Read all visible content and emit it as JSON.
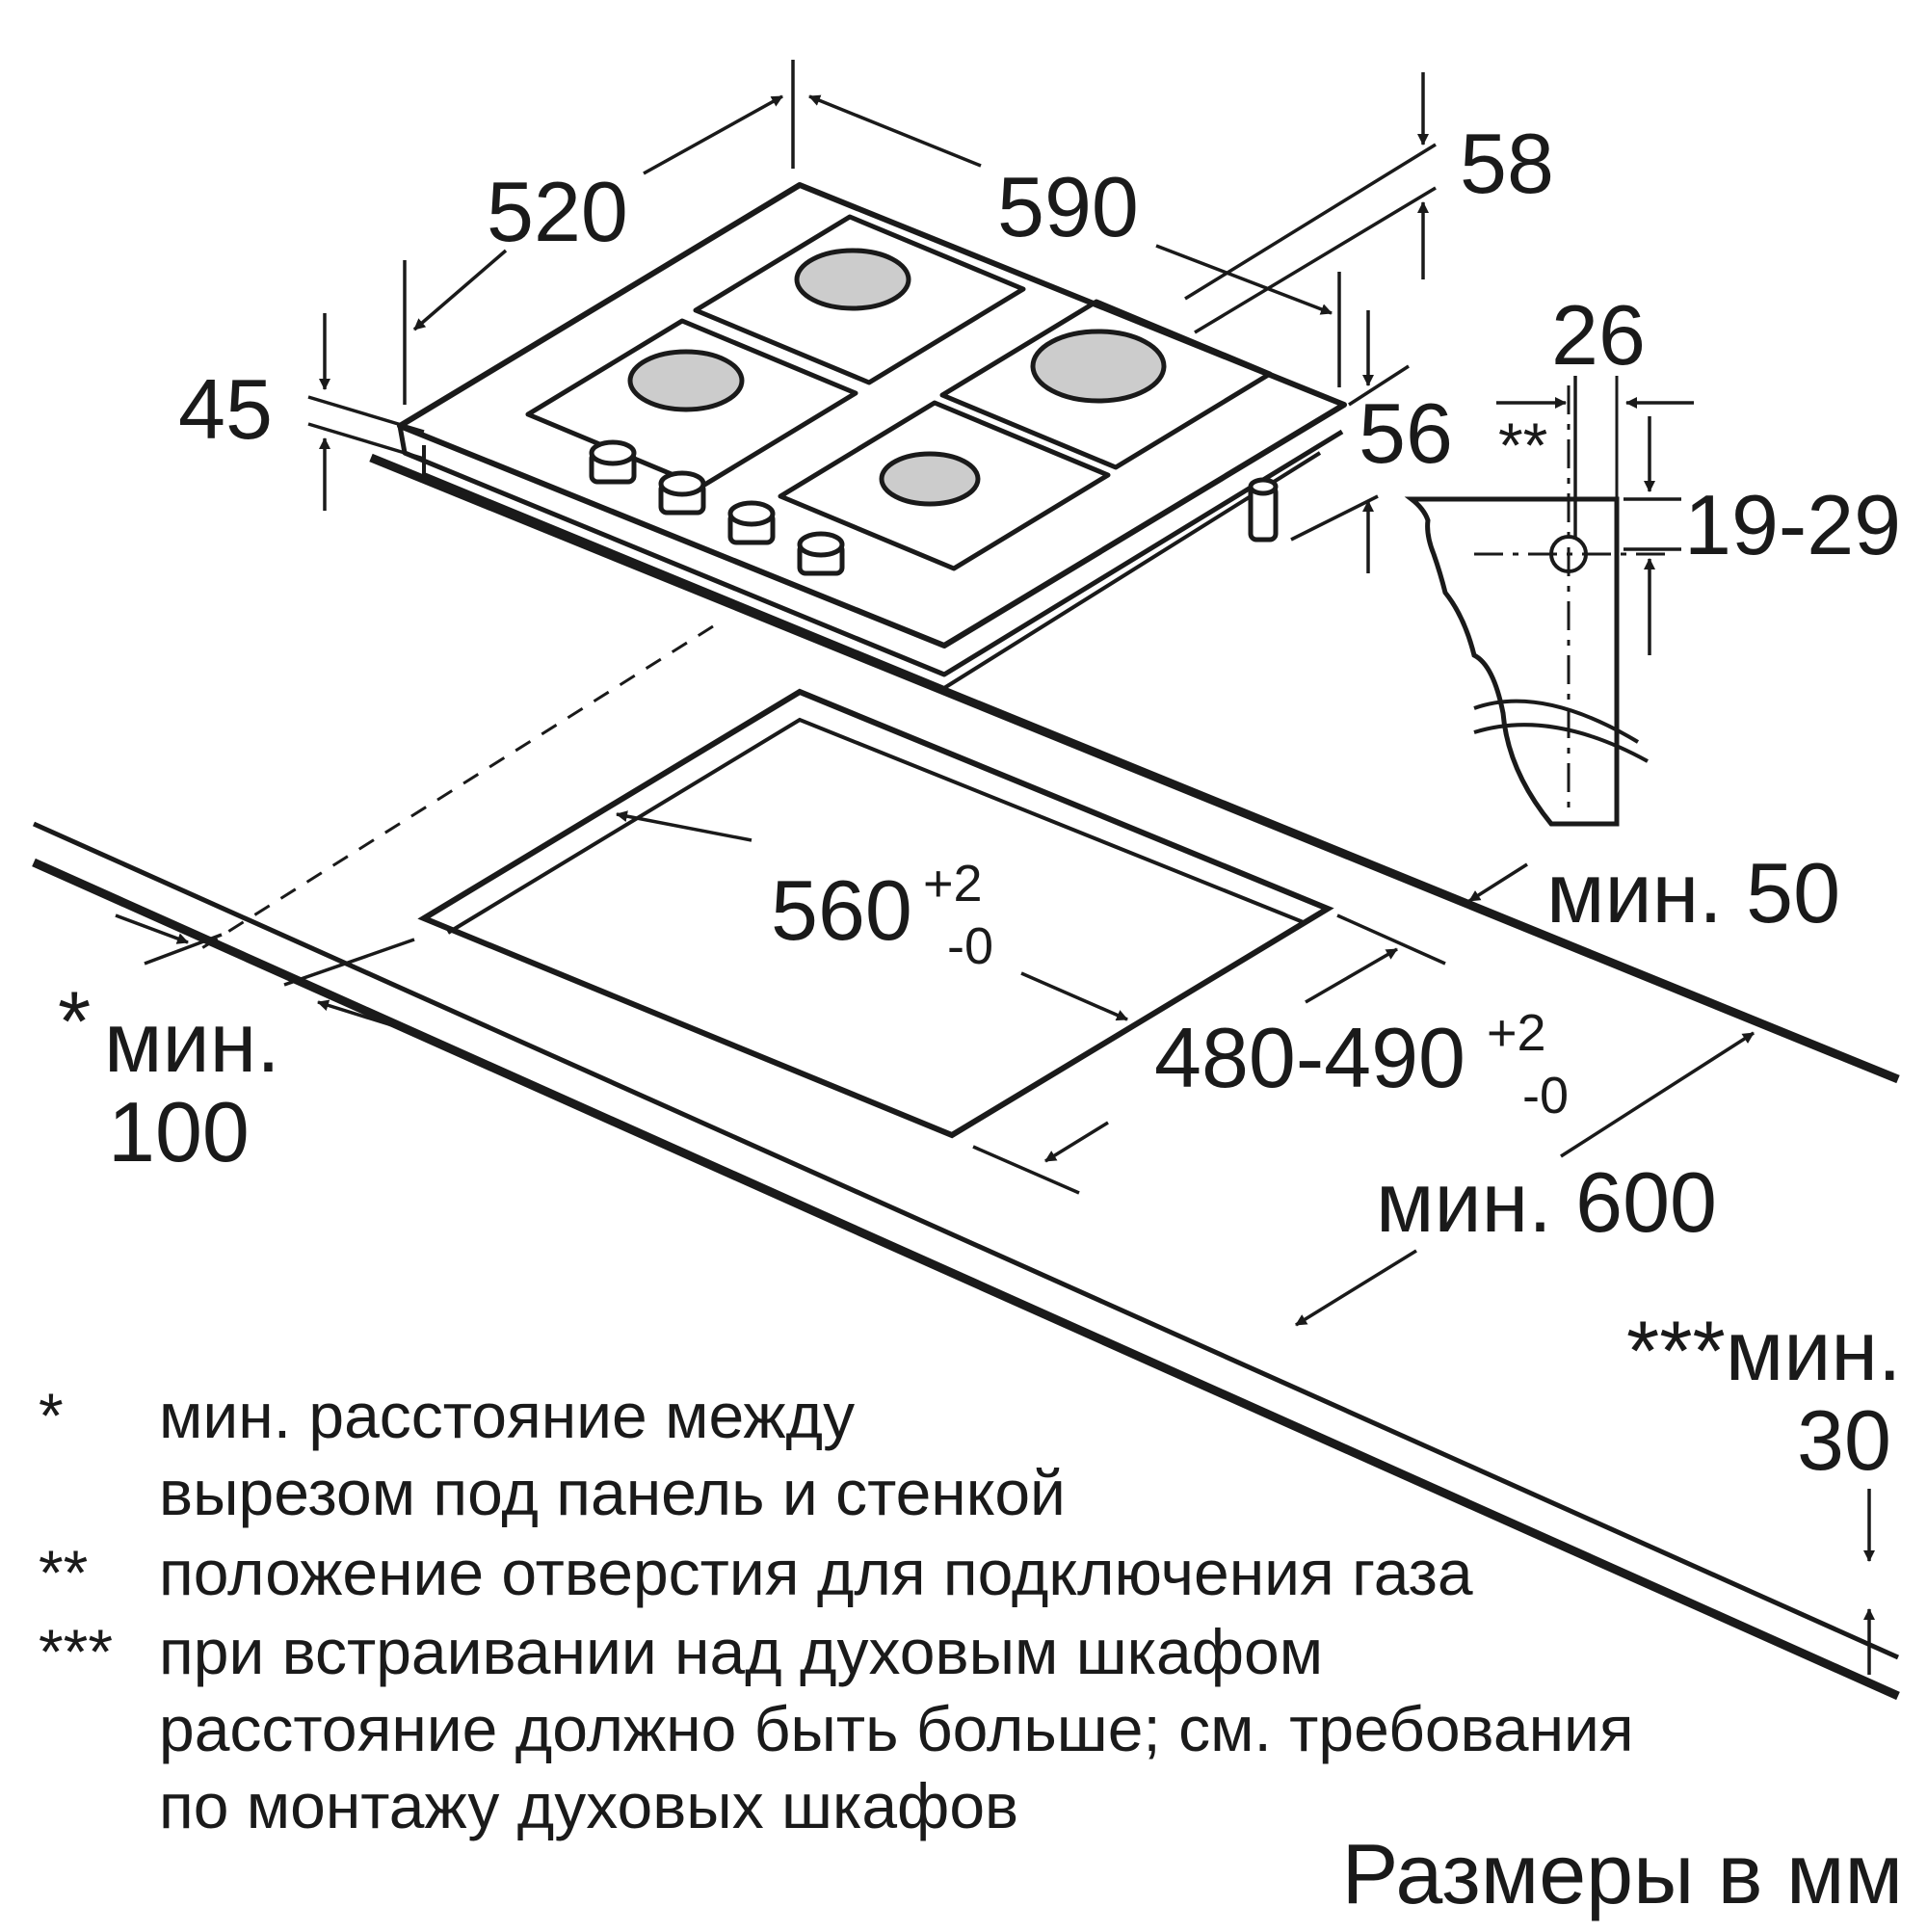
{
  "dimensions": {
    "d520": "520",
    "d590": "590",
    "d58": "58",
    "d45": "45",
    "d26": "26",
    "d56": "56",
    "dstar2": "**",
    "d1929": "19-29",
    "d560": "560",
    "d560_sup": "+2",
    "d560_sub": "-0",
    "min50": "мин. 50",
    "star1": "*",
    "min100_a": "мин.",
    "min100_b": "100",
    "d480": "480-490",
    "d480_sup": "+2",
    "d480_sub": "-0",
    "min600": "мин. 600",
    "min30_a": "***мин.",
    "min30_b": "30"
  },
  "notes": [
    {
      "marker": "*",
      "lines": [
        "мин. расстояние между",
        "вырезом под панель и стенкой"
      ]
    },
    {
      "marker": "**",
      "lines": [
        "положение отверстия для подключения газа"
      ]
    },
    {
      "marker": "***",
      "lines": [
        "при встраивании над духовым шкафом",
        "расстояние должно быть больше; см. требования",
        "по монтажу духовых шкафов"
      ]
    }
  ],
  "units_label": "Размеры в мм"
}
